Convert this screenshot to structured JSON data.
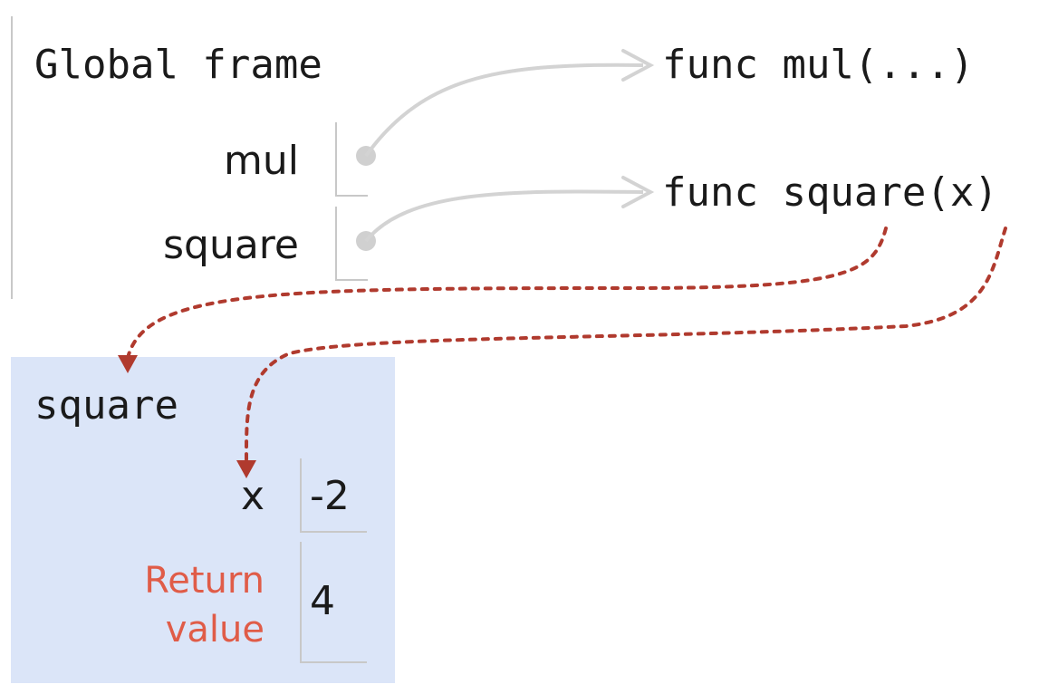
{
  "global_frame": {
    "title": "Global frame",
    "variables": [
      {
        "name": "mul"
      },
      {
        "name": "square"
      }
    ]
  },
  "functions": {
    "mul_label": "func mul(...)",
    "square_label": "func square(x)"
  },
  "square_frame": {
    "title": "square",
    "x_name": "x",
    "x_value": "-2",
    "return_label": "Return value",
    "return_value": "4"
  },
  "colors": {
    "frame_bg": "#dbe5f8",
    "pointer_arrow": "#d0d0d0",
    "parent_arrow": "#b03a2e",
    "return_text": "#e05c48"
  }
}
